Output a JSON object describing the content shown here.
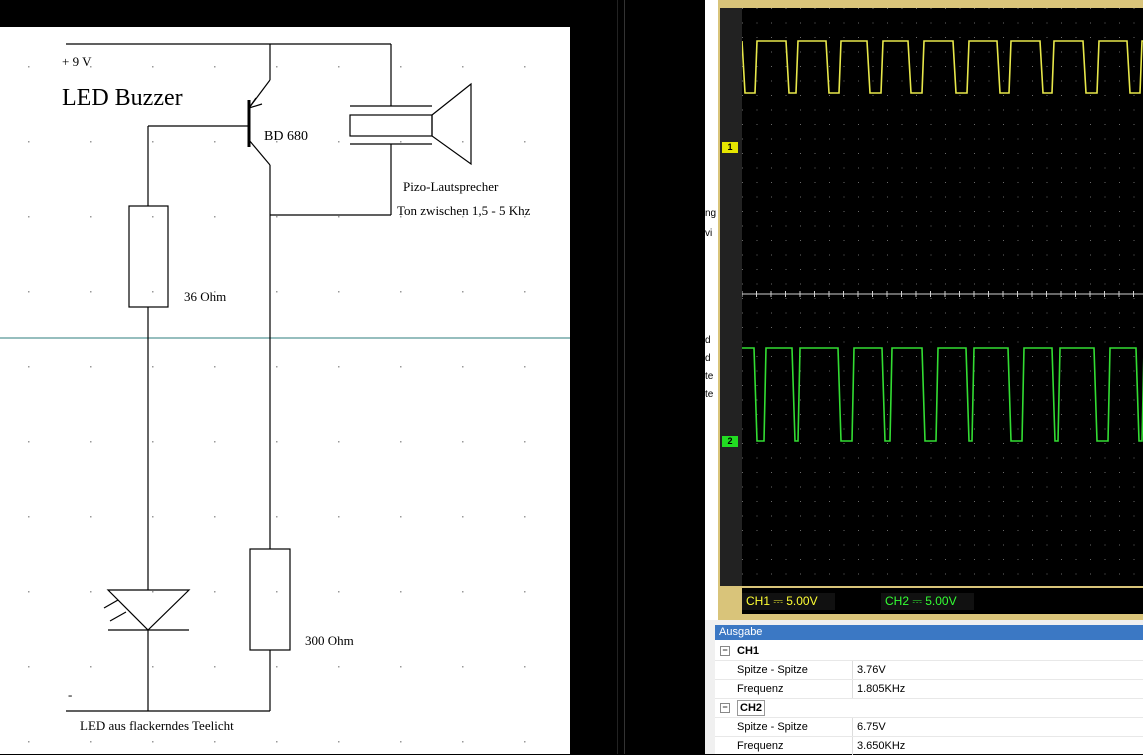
{
  "schematic": {
    "supply_label": "+   9 V",
    "title": "LED Buzzer",
    "transistor_label": "BD 680",
    "speaker_label": "Pizo-Lautsprecher",
    "tone_label": "Ton zwischen 1,5 - 5 Khz",
    "resistor1_label": "36 Ohm",
    "resistor2_label": "300 Ohm",
    "ground_label": "-",
    "led_label": "LED aus flackerndes Teelicht"
  },
  "scope": {
    "ch1_marker": "1",
    "ch2_marker": "2",
    "ch1_status": "CH1 ⎓   5.00V",
    "ch2_status": "CH2 ⎓   5.00V",
    "trace_colors": {
      "ch1": "#e8e84a",
      "ch2": "#33dd33",
      "grid": "#6a6a6a"
    },
    "side_text": [
      "ng",
      "vi",
      "d",
      "d",
      "te",
      "te"
    ]
  },
  "output": {
    "title": "Ausgabe",
    "groups": [
      {
        "name": "CH1",
        "rows": [
          {
            "label": "Spitze - Spitze",
            "value": "3.76V"
          },
          {
            "label": "Frequenz",
            "value": "1.805KHz"
          }
        ]
      },
      {
        "name": "CH2",
        "rows": [
          {
            "label": "Spitze - Spitze",
            "value": "6.75V"
          },
          {
            "label": "Frequenz",
            "value": "3.650KHz"
          }
        ]
      }
    ]
  }
}
